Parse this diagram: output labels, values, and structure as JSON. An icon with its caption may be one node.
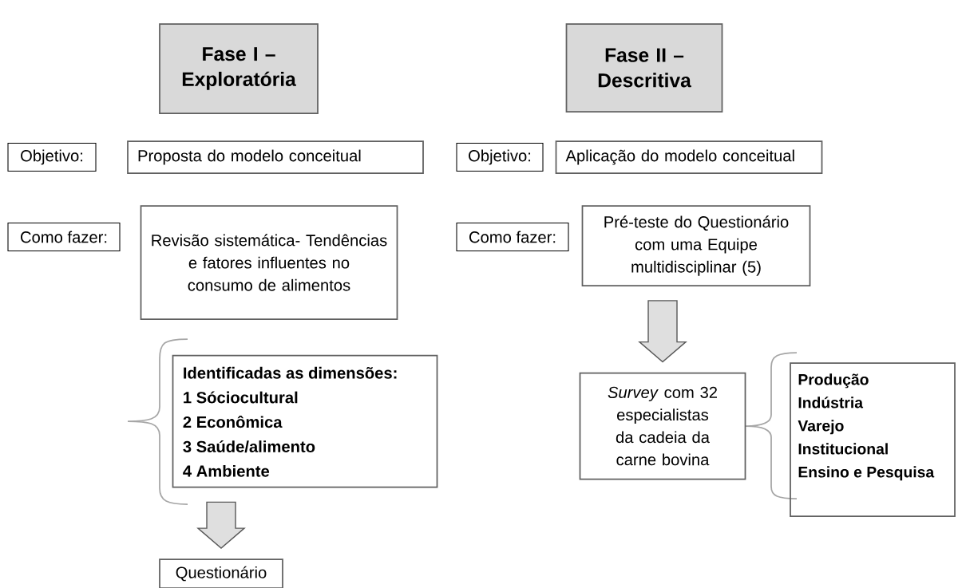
{
  "diagram": {
    "nodes": [
      {
        "text": [
          "Fase I – Exploratória"
        ]
      },
      {
        "text": [
          "Objetivo:"
        ]
      },
      {
        "text": [
          "Proposta do modelo conceitual"
        ]
      },
      {
        "text": [
          "Como fazer:"
        ]
      },
      {
        "text": [
          "Revisão sistemática- Tendências e fatores influentes no consumo de alimentos"
        ]
      },
      {
        "text": [
          "Identificadas as dimensões:",
          "1 Sóciocultural",
          "2 Econômica",
          "3 Saúde/alimento",
          "4 Ambiente"
        ]
      },
      {
        "text": [
          "Questionário"
        ]
      },
      {
        "text": [
          "Fase II – Descritiva"
        ]
      },
      {
        "text": [
          "Objetivo:"
        ]
      },
      {
        "text": [
          "Aplicação do modelo conceitual"
        ]
      },
      {
        "text": [
          "Como fazer:"
        ]
      },
      {
        "text": [
          "Pré-teste do Questionário com uma Equipe multidisciplinar (5)"
        ]
      },
      {
        "text": [
          "*Survey* com 32 especialistas da cadeia da carne bovina"
        ]
      },
      {
        "text": [
          "Produção",
          "Indústria",
          "Varejo",
          "Institucional",
          "Ensino e Pesquisa"
        ]
      }
    ],
    "edges": [
      {
        "from": 5,
        "to": 6,
        "arrow": "to"
      },
      {
        "from": 11,
        "to": 12,
        "arrow": "to"
      }
    ]
  }
}
